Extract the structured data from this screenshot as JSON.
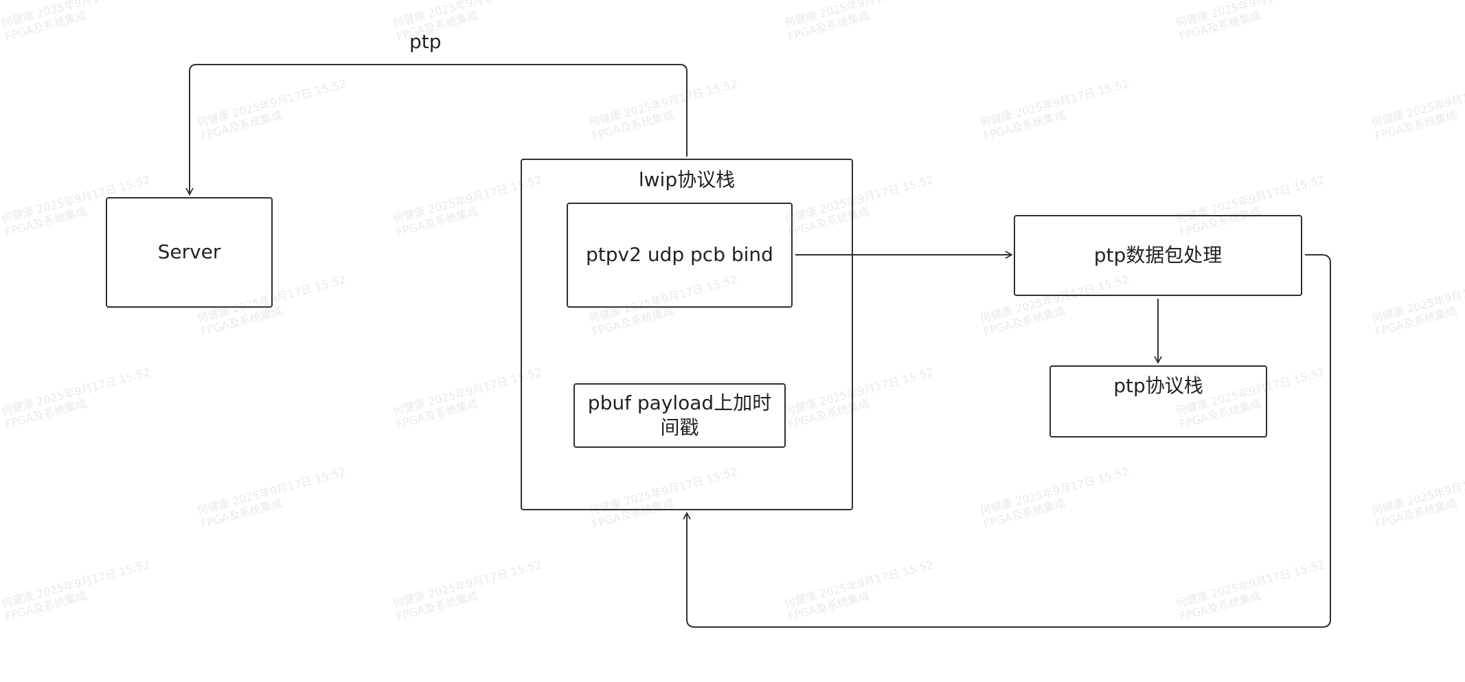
{
  "nodes": {
    "server": "Server",
    "lwip_stack": "lwip协议栈",
    "ptpv2_bind": "ptpv2 udp pcb bind",
    "pbuf_timestamp": "pbuf payload上加时间戳",
    "ptp_packet_processing": "ptp数据包处理",
    "ptp_stack": "ptp协议栈"
  },
  "edges": {
    "ptp_label": "ptp"
  },
  "watermark": {
    "line1": "何健康 2025年9月17日 15:52",
    "line2": "FPGA及系统集成"
  },
  "colors": {
    "stroke": "#2f2f2f",
    "text": "#222222",
    "background": "#ffffff"
  }
}
